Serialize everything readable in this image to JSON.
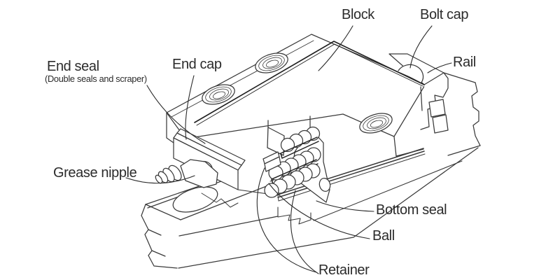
{
  "figure": {
    "type": "technical-illustration",
    "subject": "linear guide block assembly (isometric cutaway line drawing)",
    "colors": {
      "background": "#ffffff",
      "line": "#3a3a3a",
      "dark_seam": "#1f1f1f",
      "text": "#2b2b2b"
    },
    "labels": {
      "end_seal": "End seal",
      "end_seal_sub": "(Double seals and scraper)",
      "end_cap": "End cap",
      "block": "Block",
      "bolt_cap": "Bolt cap",
      "rail": "Rail",
      "grease_nipple": "Grease nipple",
      "bottom_seal": "Bottom seal",
      "ball": "Ball",
      "retainer": "Retainer"
    }
  }
}
